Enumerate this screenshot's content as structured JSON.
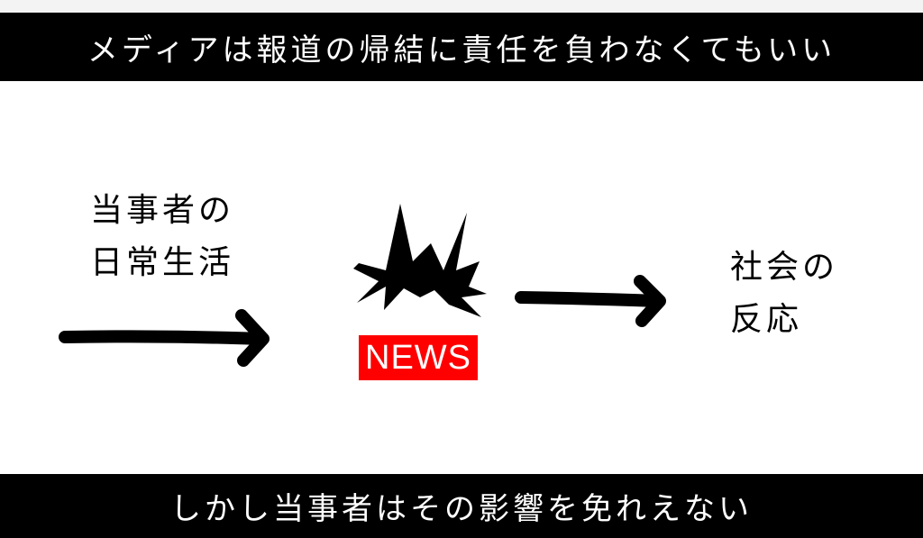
{
  "header": {
    "text": "メディアは報道の帰結に責任を負わなくてもいい"
  },
  "nodes": {
    "before": "当事者の\n日常生活",
    "event": "NEWS",
    "after": "社会の\n反応"
  },
  "footer": {
    "text": "しかし当事者はその影響を免れえない"
  },
  "colors": {
    "banner": "#000000",
    "news": "#ff0000",
    "ink": "#000000"
  },
  "icons": [
    "left-arrow-icon",
    "explosion-icon",
    "right-arrow-icon"
  ]
}
